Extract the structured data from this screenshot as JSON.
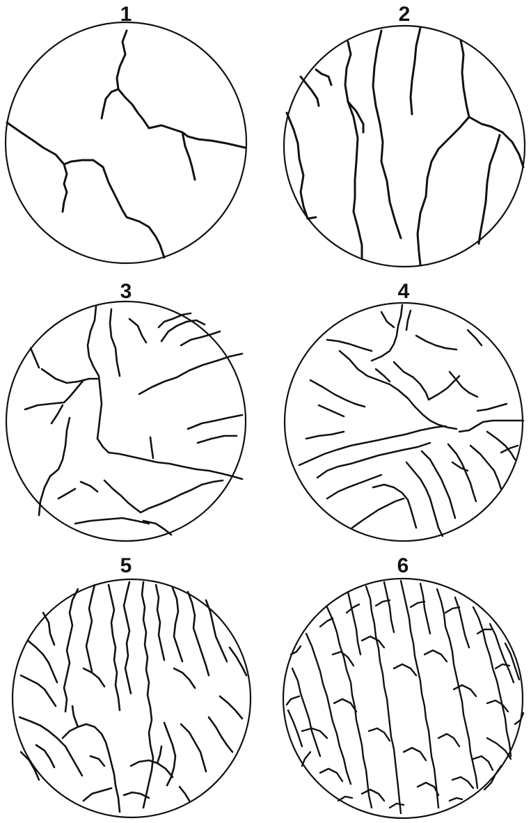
{
  "panels": [
    {
      "label": "1",
      "density": 1
    },
    {
      "label": "2",
      "density": 2
    },
    {
      "label": "3",
      "density": 3
    },
    {
      "label": "4",
      "density": 4
    },
    {
      "label": "5",
      "density": 5
    },
    {
      "label": "6",
      "density": 6
    }
  ],
  "colors": {
    "line": "#111111",
    "background": "#ffffff"
  }
}
